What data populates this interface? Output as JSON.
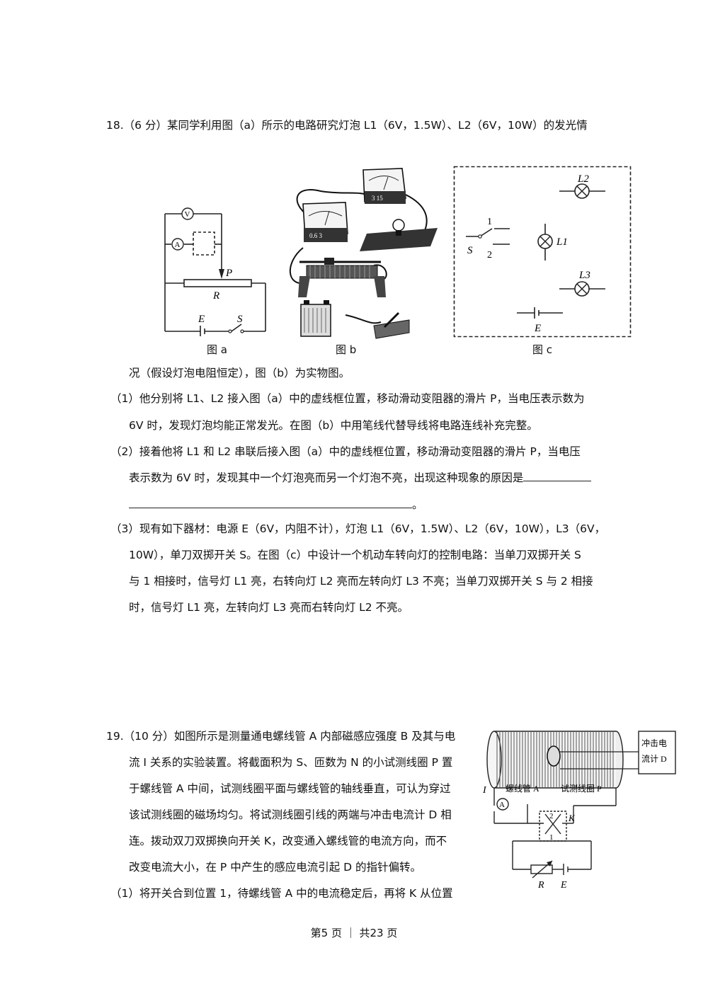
{
  "q18": {
    "header": "18.（6 分）某同学利用图（a）所示的电路研究灯泡 L1（6V，1.5W）、L2（6V，10W）的发光情",
    "cont": "况（假设灯泡电阻恒定），图（b）为实物图。",
    "p1a": "（1）他分别将 L1、L2 接入图（a）中的虚线框位置，移动滑动变阻器的滑片 P，当电压表示数为",
    "p1b": "6V 时，发现灯泡均能正常发光。在图（b）中用笔线代替导线将电路连线补充完整。",
    "p2a": "（2）接着他将 L1 和 L2 串联后接入图（a）中的虚线框位置，移动滑动变阻器的滑片 P，当电压",
    "p2b": "表示数为 6V 时，发现其中一个灯泡亮而另一个灯泡不亮，出现这种现象的原因是",
    "p2c_end": "。",
    "p3a": "（3）现有如下器材：电源 E（6V，内阻不计），灯泡 L1（6V，1.5W）、L2（6V，10W），L3（6V，",
    "p3b": "10W），单刀双掷开关 S。在图（c）中设计一个机动车转向灯的控制电路：当单刀双掷开关 S",
    "p3c": "与 1 相接时，信号灯 L1 亮，右转向灯 L2 亮而左转向灯 L3 不亮；当单刀双掷开关 S 与 2 相接",
    "p3d": "时，信号灯 L1 亮，左转向灯 L3 亮而右转向灯 L2 不亮。",
    "fig_a_caption": "图 a",
    "fig_b_caption": "图 b",
    "fig_c_caption": "图 c"
  },
  "q19": {
    "l1": "19.（10 分）如图所示是测量通电螺线管 A 内部磁感应强度 B 及其与电",
    "l2": "流 I 关系的实验装置。将截面积为 S、匝数为 N 的小试测线圈 P 置",
    "l3": "于螺线管 A 中间，试测线圈平面与螺线管的轴线垂直，可认为穿过",
    "l4": "该试测线圈的磁场均匀。将试测线圈引线的两端与冲击电流计 D 相",
    "l5": "连。拨动双刀双掷换向开关 K，改变通入螺线管的电流方向，而不",
    "l6": "改变电流大小，在 P 中产生的感应电流引起 D 的指针偏转。",
    "l7": "（1）将开关合到位置 1，待螺线管 A 中的电流稳定后，再将 K 从位置",
    "fig_labels": {
      "meter_top": "冲击电",
      "meter_bottom": "流计 D",
      "solenoid": "螺线管 A",
      "coil": "试测线圈 P",
      "current": "I",
      "k": "K",
      "r": "R",
      "e": "E",
      "pos1": "1",
      "pos2": "2"
    }
  },
  "circuit_labels": {
    "v": "V",
    "a": "A",
    "p": "P",
    "r": "R",
    "e": "E",
    "s": "S",
    "l1": "L1",
    "l2": "L2",
    "l3": "L3",
    "one": "1",
    "two": "2",
    "scale_small": "0.6 3",
    "scale_large": "3 15"
  },
  "footer": "第5 页 ｜ 共23 页"
}
